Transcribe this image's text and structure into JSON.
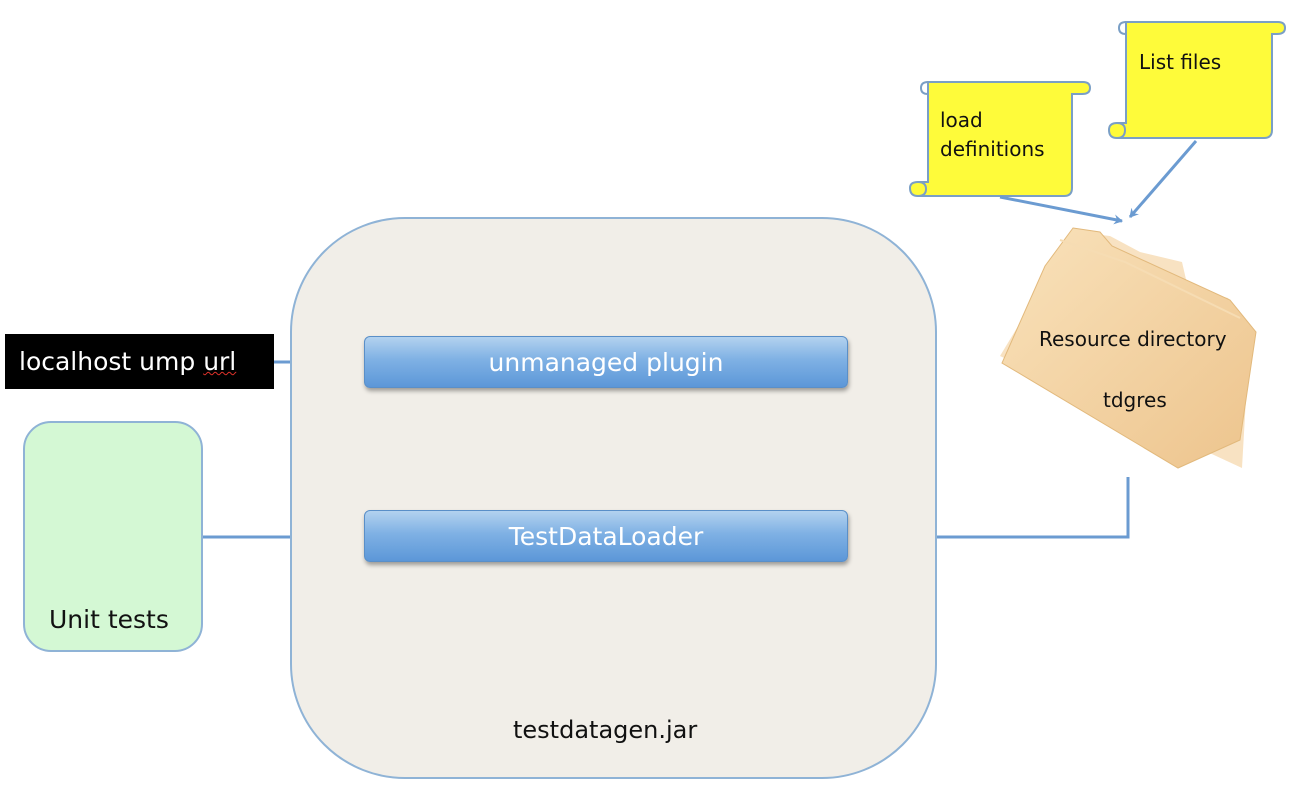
{
  "jar": {
    "label": "testdatagen.jar"
  },
  "unit_tests": {
    "label": "Unit tests"
  },
  "url_input": {
    "prefix": "localhost ump ",
    "misspelled": "url"
  },
  "components": {
    "ump_plugin": "unmanaged plugin",
    "loader": "TestDataLoader"
  },
  "resource": {
    "title": "Resource directory",
    "name": "tdgres"
  },
  "scrolls": {
    "load_defs": {
      "line1": "load",
      "line2": "definitions"
    },
    "list_files": {
      "line1": "List files"
    }
  },
  "colors": {
    "jar_fill": "#f1eee8",
    "unit_fill": "#d4f8d4",
    "bar_fill": "#6fa6e0",
    "arrow": "#6b9bd1",
    "scroll_fill": "#fefb3a",
    "folder_fill": "#f7d7a8"
  }
}
